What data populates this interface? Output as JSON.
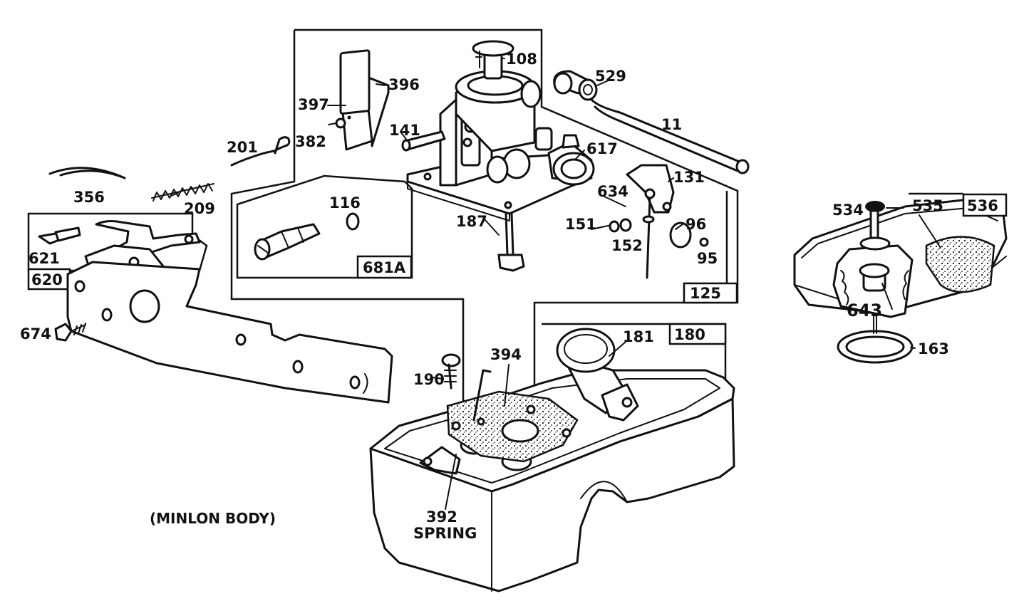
{
  "labels": {
    "p108": "108",
    "p396": "396",
    "p397": "397",
    "p382": "382",
    "p201": "201",
    "p141": "141",
    "p529": "529",
    "p11": "11",
    "p617": "617",
    "p131": "131",
    "p634": "634",
    "p116": "116",
    "p187": "187",
    "p151": "151",
    "p152": "152",
    "p96": "96",
    "p95": "95",
    "p681A": "681A",
    "p125": "125",
    "p356": "356",
    "p209": "209",
    "p621": "621",
    "p620": "620",
    "p674": "674",
    "p190": "190",
    "p394": "394",
    "p181": "181",
    "p180": "180",
    "p392": "392",
    "spring": "SPRING",
    "p534": "534",
    "p535": "535",
    "p536": "536",
    "p643": "643",
    "p163": "163"
  },
  "caption": "(MINLON BODY)"
}
